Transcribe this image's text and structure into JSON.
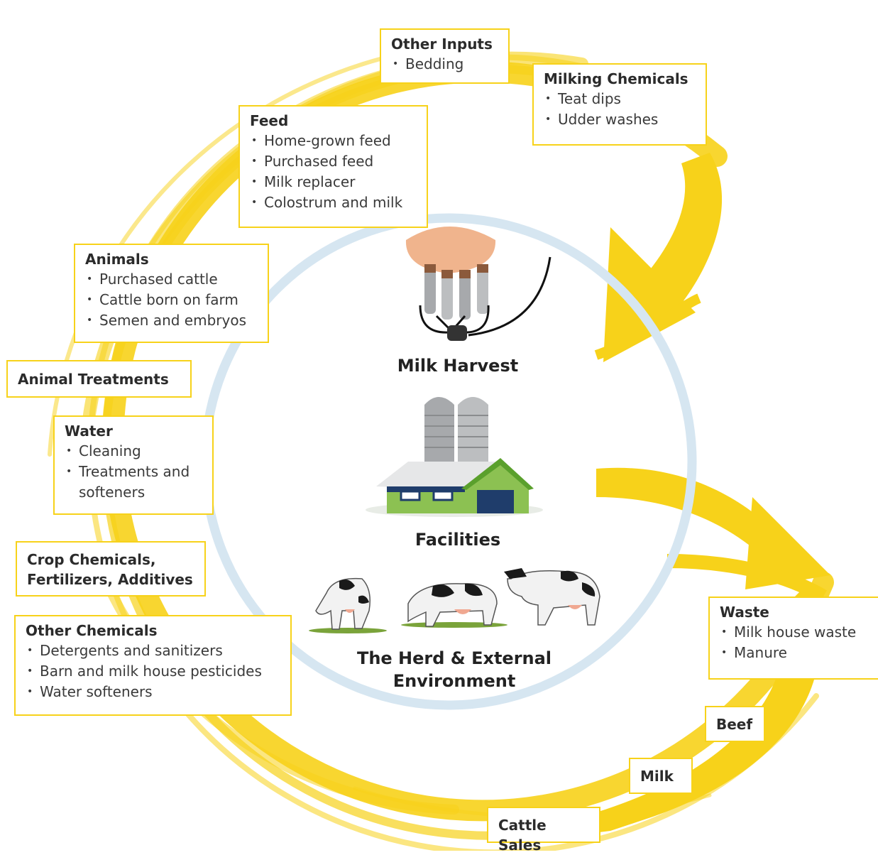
{
  "boxes": {
    "other_inputs": {
      "title": "Other Inputs",
      "items": [
        "Bedding"
      ]
    },
    "milking_chemicals": {
      "title": "Milking Chemicals",
      "items": [
        "Teat dips",
        "Udder washes"
      ]
    },
    "feed": {
      "title": "Feed",
      "items": [
        "Home-grown feed",
        "Purchased feed",
        "Milk replacer",
        "Colostrum and milk"
      ]
    },
    "animals": {
      "title": "Animals",
      "items": [
        "Purchased cattle",
        "Cattle born on farm",
        "Semen and embryos"
      ]
    },
    "animal_treatments": {
      "title": "Animal Treatments"
    },
    "water": {
      "title": "Water",
      "items": [
        "Cleaning",
        "Treatments and",
        "softeners"
      ]
    },
    "crop_chemicals": {
      "title_line1": "Crop Chemicals,",
      "title_line2": "Fertilizers, Additives"
    },
    "other_chemicals": {
      "title": "Other Chemicals",
      "items": [
        "Detergents and sanitizers",
        "Barn and milk house pesticides",
        "Water softeners"
      ]
    },
    "waste": {
      "title": "Waste",
      "items": [
        "Milk house waste",
        "Manure"
      ]
    },
    "beef": {
      "title": "Beef"
    },
    "milk": {
      "title": "Milk"
    },
    "cattle_sales": {
      "title": "Cattle Sales"
    }
  },
  "center": {
    "milk_harvest": "Milk Harvest",
    "facilities": "Facilities",
    "herd_line1": "The Herd & External",
    "herd_line2": "Environment"
  },
  "colors": {
    "accent_yellow": "#f7d21a",
    "ring_blue": "#d6e6f1",
    "barn_green": "#8cc152",
    "barn_navy": "#1f3d6b"
  },
  "icons": [
    "milking-claw-icon",
    "silo-icon",
    "barn-icon",
    "cow-icon"
  ]
}
